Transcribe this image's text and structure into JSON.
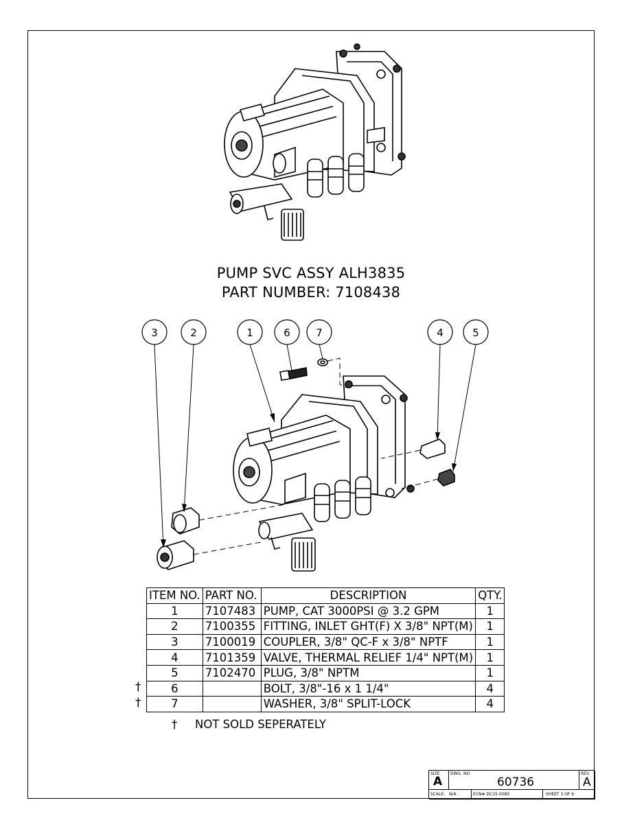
{
  "title": {
    "line1": "PUMP SVC ASSY ALH3835",
    "line2": "PART NUMBER: 7108438"
  },
  "balloons": [
    "3",
    "2",
    "1",
    "6",
    "7",
    "4",
    "5"
  ],
  "bom": {
    "headers": {
      "item": "ITEM NO.",
      "part": "PART NO.",
      "desc": "DESCRIPTION",
      "qty": "QTY."
    },
    "rows": [
      {
        "item": "1",
        "part": "7107483",
        "desc": "PUMP, CAT 3000PSI @ 3.2 GPM",
        "qty": "1",
        "mark": ""
      },
      {
        "item": "2",
        "part": "7100355",
        "desc": "FITTING, INLET GHT(F) X 3/8\" NPT(M)",
        "qty": "1",
        "mark": ""
      },
      {
        "item": "3",
        "part": "7100019",
        "desc": "COUPLER, 3/8\" QC-F x 3/8\" NPTF",
        "qty": "1",
        "mark": ""
      },
      {
        "item": "4",
        "part": "7101359",
        "desc": "VALVE, THERMAL RELIEF 1/4\" NPT(M)",
        "qty": "1",
        "mark": ""
      },
      {
        "item": "5",
        "part": "7102470",
        "desc": "PLUG, 3/8\" NPTM",
        "qty": "1",
        "mark": ""
      },
      {
        "item": "6",
        "part": "",
        "desc": "BOLT, 3/8\"-16 x 1 1/4\"",
        "qty": "4",
        "mark": "†"
      },
      {
        "item": "7",
        "part": "",
        "desc": "WASHER, 3/8\" SPLIT-LOCK",
        "qty": "4",
        "mark": "†"
      }
    ]
  },
  "note": {
    "symbol": "†",
    "text": "NOT SOLD SEPERATELY"
  },
  "title_block": {
    "size_label": "SIZE",
    "size": "A",
    "dwg_label": "DWG. NO.",
    "dwg_no": "60736",
    "rev_label": "REV.",
    "rev": "A",
    "scale": "SCALE:   N/A",
    "ecn": "ECN# DC15-0085",
    "sheet": "SHEET 3 OF 6"
  }
}
